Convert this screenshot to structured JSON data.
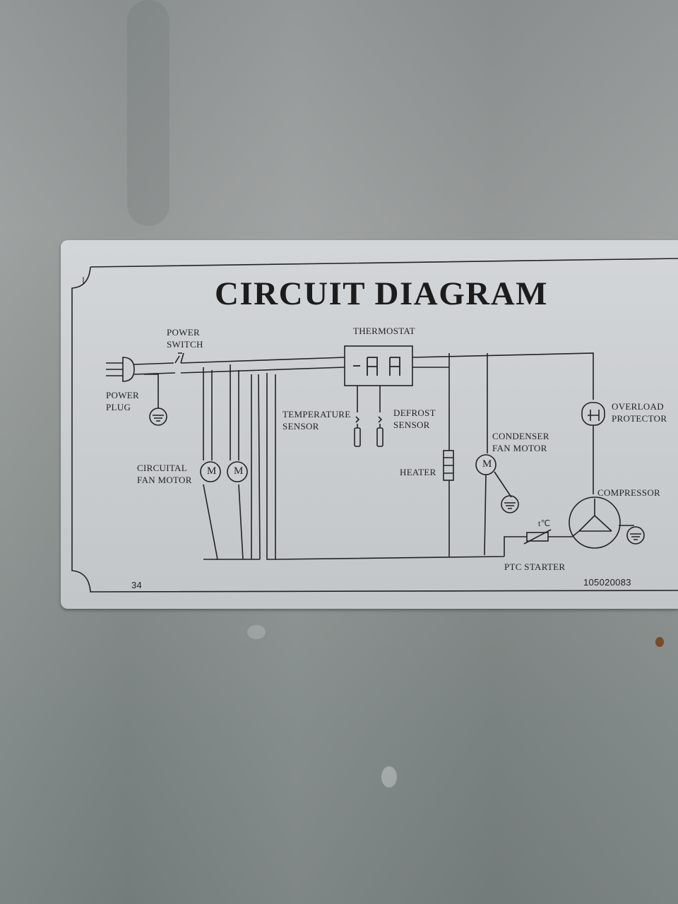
{
  "plate": {
    "title": "CIRCUIT DIAGRAM",
    "labels": {
      "power_switch": [
        "POWER",
        "SWITCH"
      ],
      "power_plug": [
        "POWER",
        "PLUG"
      ],
      "thermostat": "THERMOSTAT",
      "temperature_sensor": [
        "TEMPERATURE",
        "SENSOR"
      ],
      "defrost_sensor": [
        "DEFROST",
        "SENSOR"
      ],
      "circuital_fan_motor": [
        "CIRCUITAL",
        "FAN MOTOR"
      ],
      "heater": "HEATER",
      "condenser_fan_motor": [
        "CONDENSER",
        "FAN MOTOR"
      ],
      "overload_protector": [
        "OVERLOAD",
        "PROTECTOR"
      ],
      "compressor": "COMPRESSOR",
      "ptc_starter": "PTC STARTER",
      "ptc_symbol": "t℃",
      "motor_symbol": "M",
      "display_segments": "-  A A"
    },
    "page_number": "34",
    "part_number": "105020083"
  },
  "colors": {
    "plate": "#cdd0d2",
    "ink": "#222222",
    "wall": "#8f9393"
  }
}
